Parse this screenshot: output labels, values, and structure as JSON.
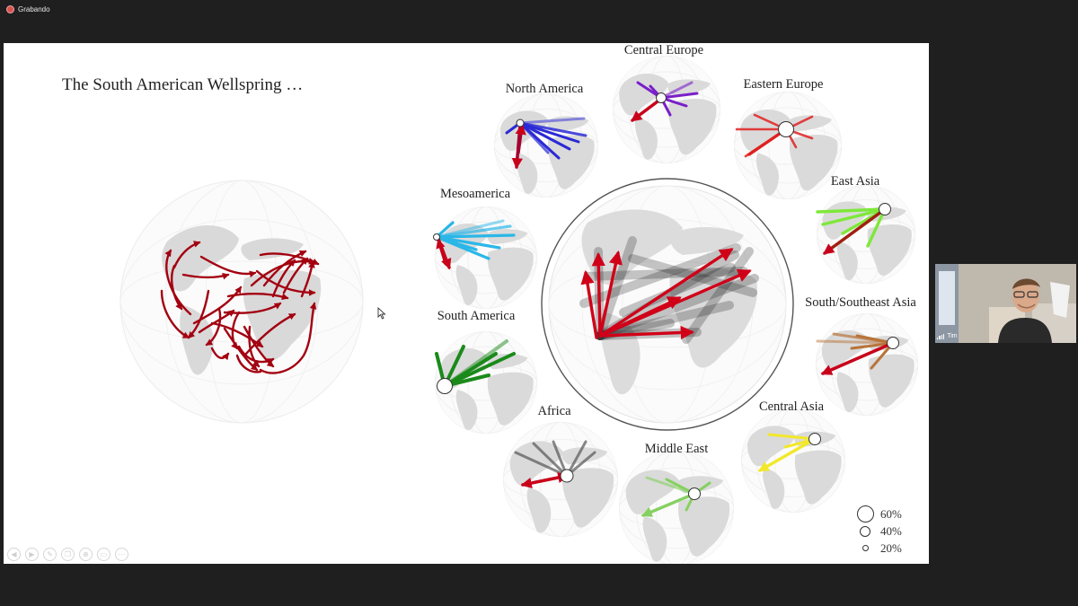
{
  "recording": {
    "label": "Grabando",
    "color": "#d9534f"
  },
  "slide": {
    "title": "The South American Wellspring …",
    "regions": [
      {
        "key": "north_america",
        "label": "North America",
        "color": "#2a2ad6"
      },
      {
        "key": "central_europe",
        "label": "Central Europe",
        "color": "#7a1fc9"
      },
      {
        "key": "eastern_europe",
        "label": "Eastern Europe",
        "color": "#e02020"
      },
      {
        "key": "mesoamerica",
        "label": "Mesoamerica",
        "color": "#2ab7e8"
      },
      {
        "key": "east_asia",
        "label": "East Asia",
        "color": "#7ee83a"
      },
      {
        "key": "south_southeast_asia",
        "label": "South/Southeast Asia",
        "color": "#b8743a"
      },
      {
        "key": "south_america",
        "label": "South America",
        "color": "#1a8a1a"
      },
      {
        "key": "central_asia",
        "label": "Central Asia",
        "color": "#f2e82a"
      },
      {
        "key": "africa",
        "label": "Africa",
        "color": "#555555"
      },
      {
        "key": "middle_east",
        "label": "Middle East",
        "color": "#86d060"
      }
    ],
    "legend": [
      "60%",
      "40%",
      "20%"
    ],
    "accent_color": "#b00010"
  },
  "controls": [
    "prev-icon",
    "next-icon",
    "pen-icon",
    "copy-icon",
    "zoom-icon",
    "subtitles-icon",
    "more-icon"
  ],
  "participant": {
    "name": "Tim"
  }
}
